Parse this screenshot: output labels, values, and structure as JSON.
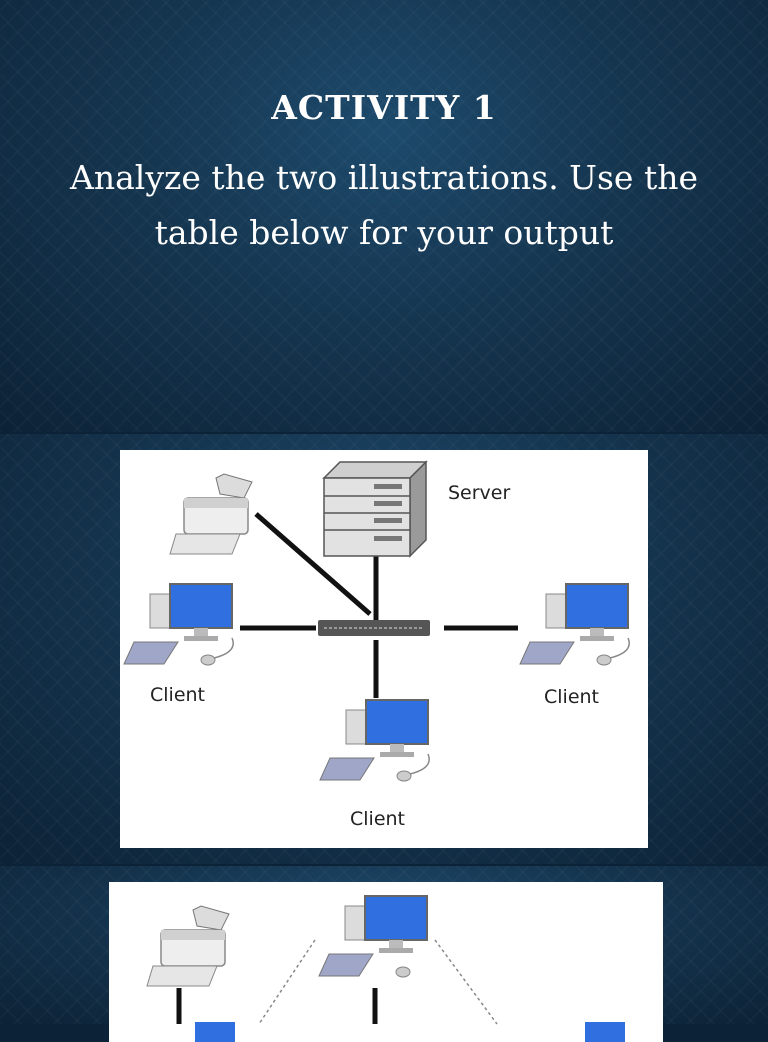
{
  "slide1": {
    "title": "ACTIVITY 1",
    "instructions": "Analyze the two illustrations. Use the table below for your output"
  },
  "figure1": {
    "labels": {
      "server": "Server",
      "client_left": "Client",
      "client_right": "Client",
      "client_bottom": "Client"
    }
  },
  "colors": {
    "background": "#15354f",
    "text": "#ffffff",
    "figure_bg": "#ffffff",
    "monitor": "#2f6fe0"
  }
}
